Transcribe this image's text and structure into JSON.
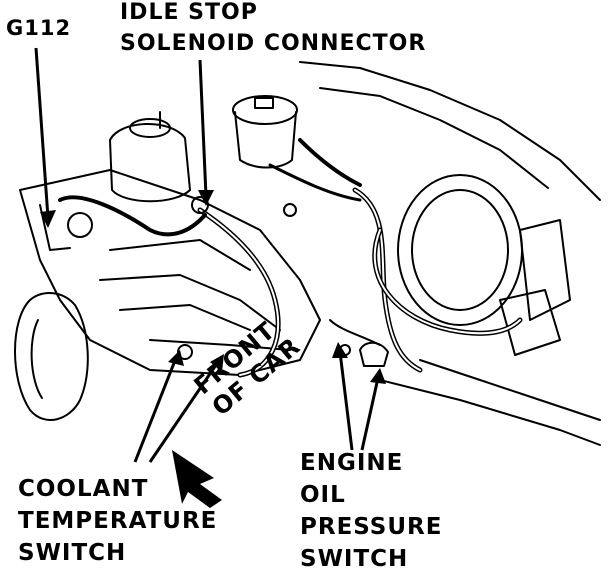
{
  "labels": {
    "g112": "G112",
    "idle_stop": {
      "line1": "IDLE STOP",
      "line2": "SOLENOID CONNECTOR"
    },
    "coolant": {
      "line1": "COOLANT",
      "line2": "TEMPERATURE",
      "line3": "SWITCH"
    },
    "oil": {
      "line1": "ENGINE",
      "line2": "OIL",
      "line3": "PRESSURE",
      "line4": "SWITCH"
    },
    "front": {
      "line1": "FRONT",
      "line2": "OF CAR"
    }
  },
  "colors": {
    "ink": "#000000",
    "paper": "#ffffff"
  }
}
